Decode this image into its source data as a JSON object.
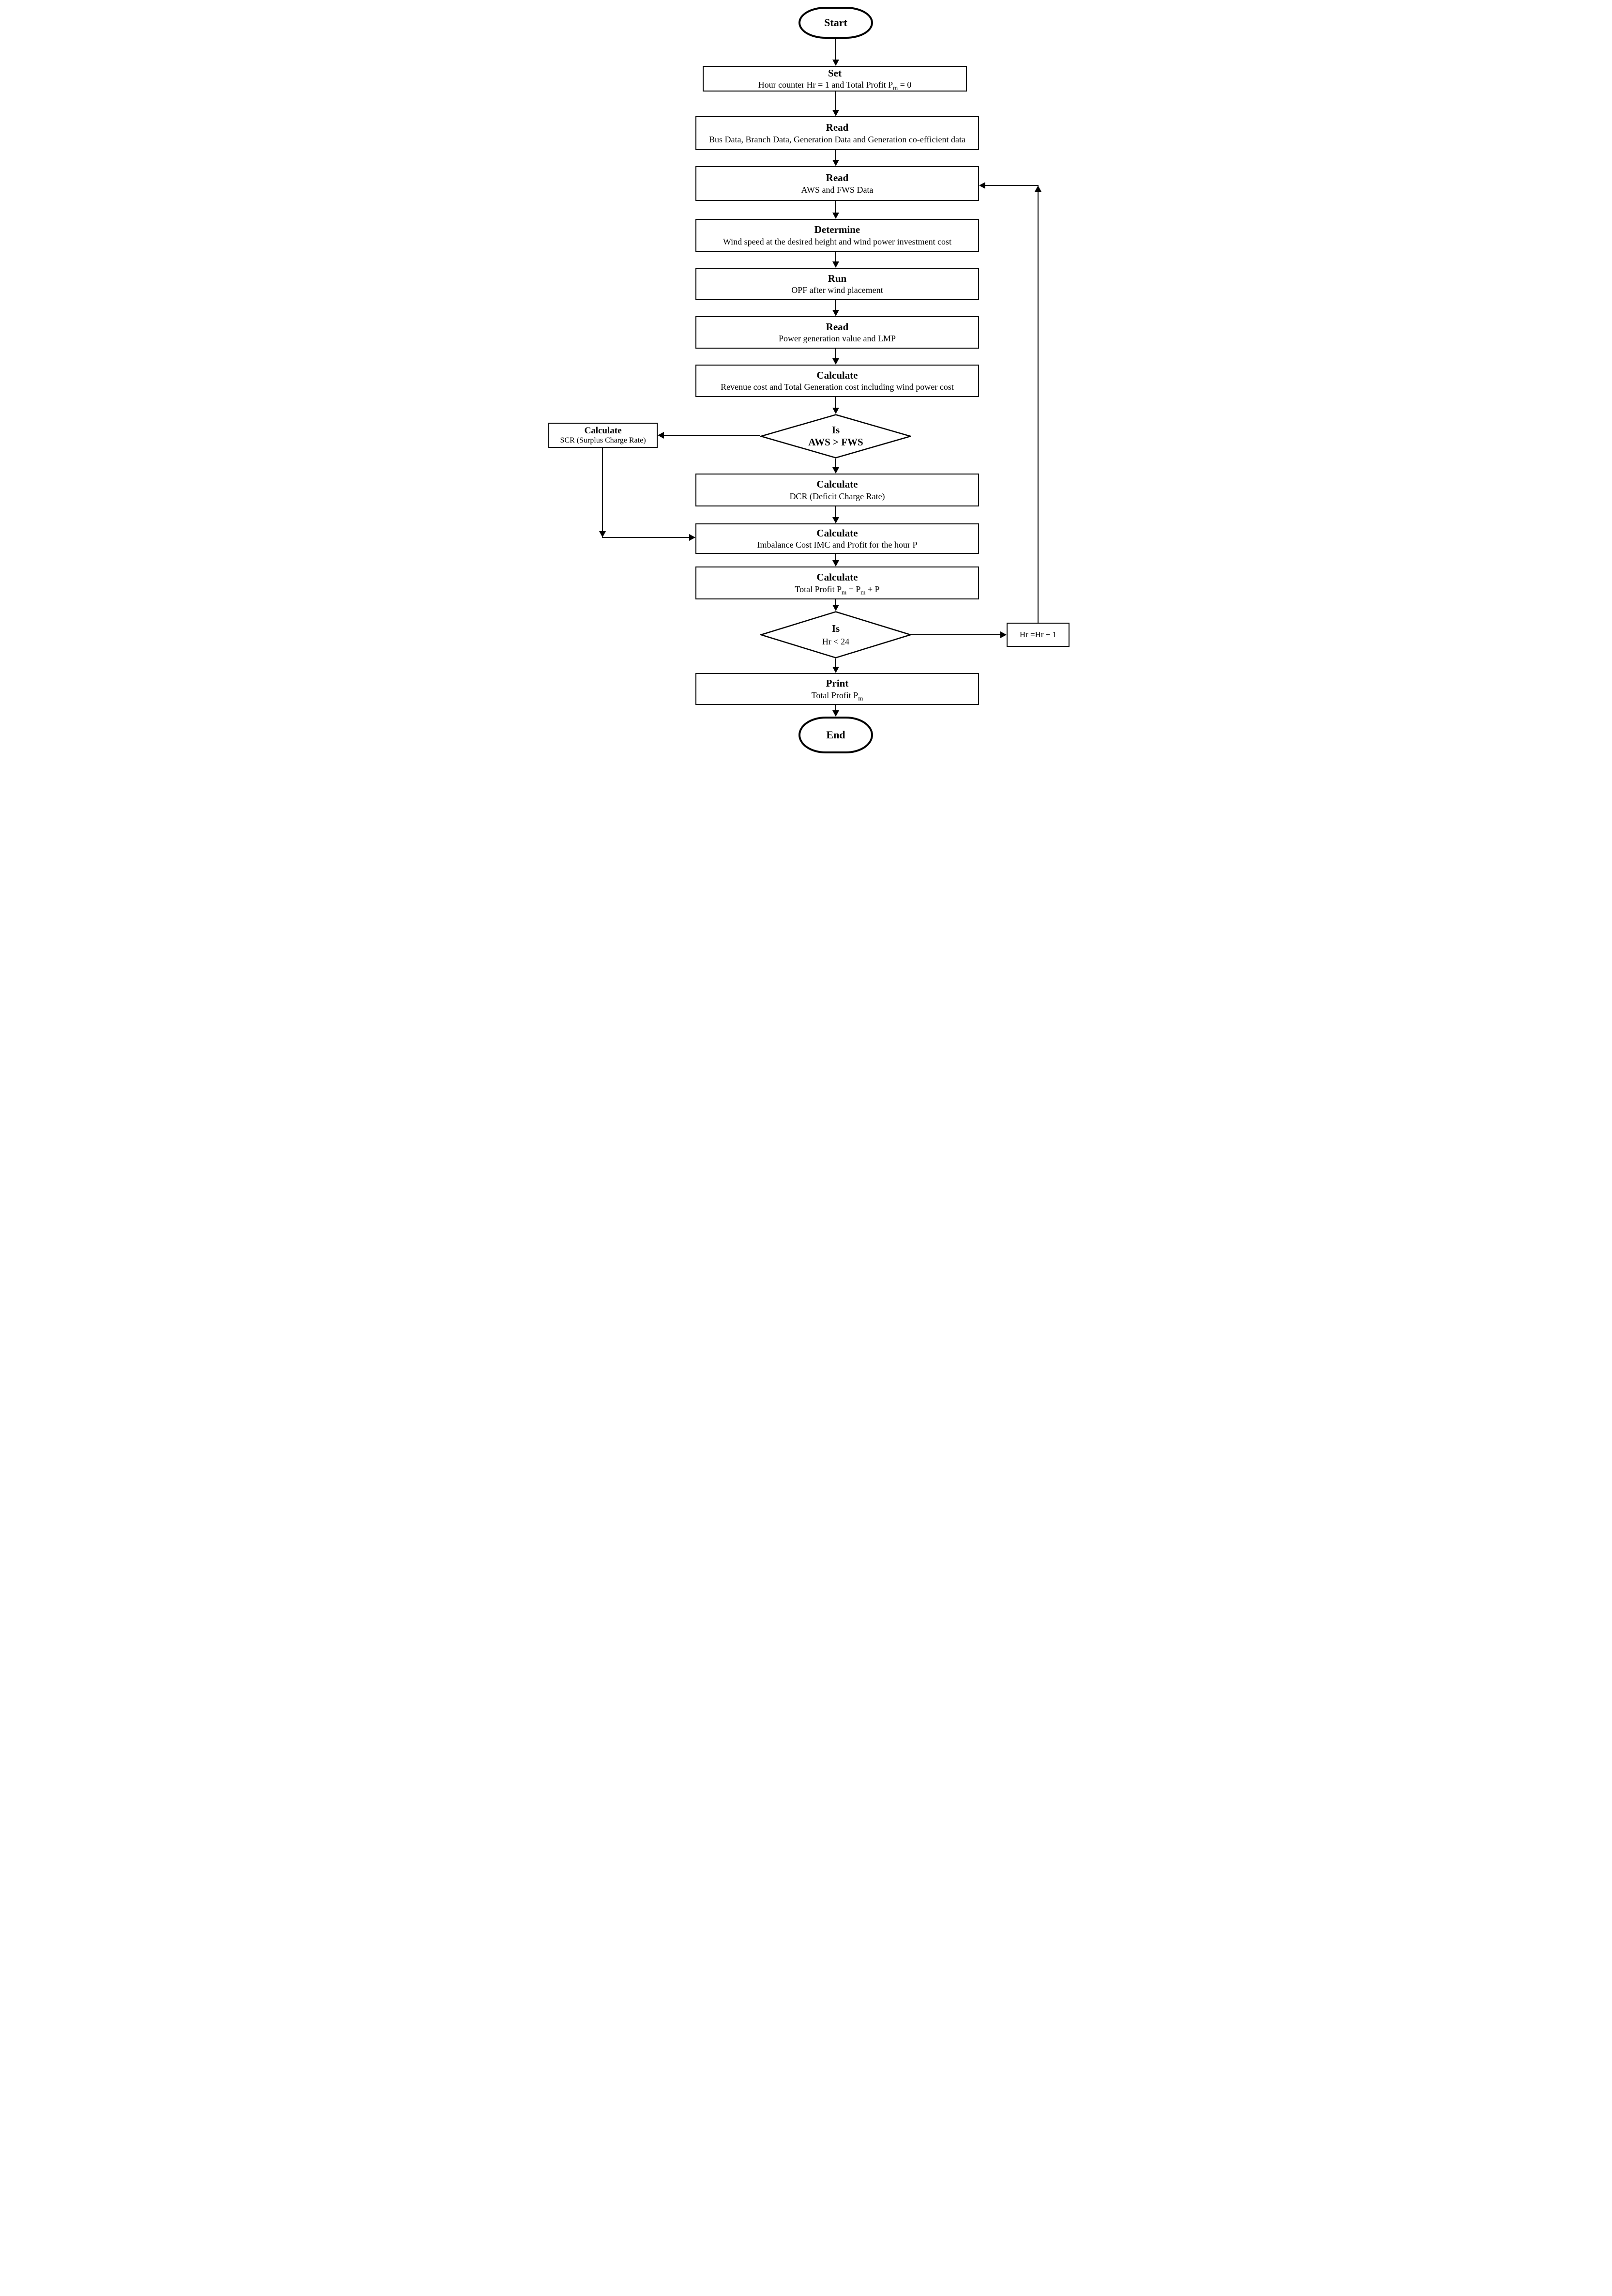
{
  "colors": {
    "line": "#000000",
    "shape_fill": "#ffffff",
    "background": "#ffffff",
    "text": "#000000"
  },
  "nodes": {
    "start": {
      "label": "Start"
    },
    "set": {
      "title": "Set",
      "body": "Hour counter Hr = 1 and Total Profit P_{m} = 0"
    },
    "read_system": {
      "title": "Read",
      "body": "Bus Data, Branch Data, Generation Data and Generation co-efficient data"
    },
    "read_wind": {
      "title": "Read",
      "body": "AWS and FWS Data"
    },
    "determine": {
      "title": "Determine",
      "body": "Wind speed at the desired height and wind power investment cost"
    },
    "run_opf": {
      "title": "Run",
      "body": "OPF after wind placement"
    },
    "read_opf": {
      "title": "Read",
      "body": "Power generation value and LMP"
    },
    "calc_revenue": {
      "title": "Calculate",
      "body": "Revenue cost and Total Generation cost including wind power cost"
    },
    "decision_aws": {
      "title": "Is",
      "body": "AWS > FWS"
    },
    "calc_scr": {
      "title": "Calculate",
      "body": "SCR (Surplus Charge Rate)"
    },
    "calc_dcr": {
      "title": "Calculate",
      "body": "DCR (Deficit Charge Rate)"
    },
    "calc_imbalance": {
      "title": "Calculate",
      "body": "Imbalance Cost IMC and Profit for the hour P"
    },
    "calc_total_profit": {
      "title": "Calculate",
      "body": "Total Profit P_{m} = P_{m} + P"
    },
    "decision_hr": {
      "title": "Is",
      "body": "Hr < 24"
    },
    "increment_hr": {
      "label": "Hr =Hr + 1"
    },
    "print_profit": {
      "title": "Print",
      "body": "Total Profit P_{m}"
    },
    "end": {
      "label": "End"
    }
  },
  "edges": [
    {
      "from": "start",
      "to": "set"
    },
    {
      "from": "set",
      "to": "read_system"
    },
    {
      "from": "read_system",
      "to": "read_wind"
    },
    {
      "from": "read_wind",
      "to": "determine"
    },
    {
      "from": "determine",
      "to": "run_opf"
    },
    {
      "from": "run_opf",
      "to": "read_opf"
    },
    {
      "from": "read_opf",
      "to": "calc_revenue"
    },
    {
      "from": "calc_revenue",
      "to": "decision_aws"
    },
    {
      "from": "decision_aws",
      "to": "calc_scr"
    },
    {
      "from": "decision_aws",
      "to": "calc_dcr"
    },
    {
      "from": "calc_scr",
      "to": "calc_imbalance"
    },
    {
      "from": "calc_dcr",
      "to": "calc_imbalance"
    },
    {
      "from": "calc_imbalance",
      "to": "calc_total_profit"
    },
    {
      "from": "calc_total_profit",
      "to": "decision_hr"
    },
    {
      "from": "decision_hr",
      "to": "increment_hr"
    },
    {
      "from": "increment_hr",
      "to": "read_wind"
    },
    {
      "from": "decision_hr",
      "to": "print_profit"
    },
    {
      "from": "print_profit",
      "to": "end"
    }
  ]
}
